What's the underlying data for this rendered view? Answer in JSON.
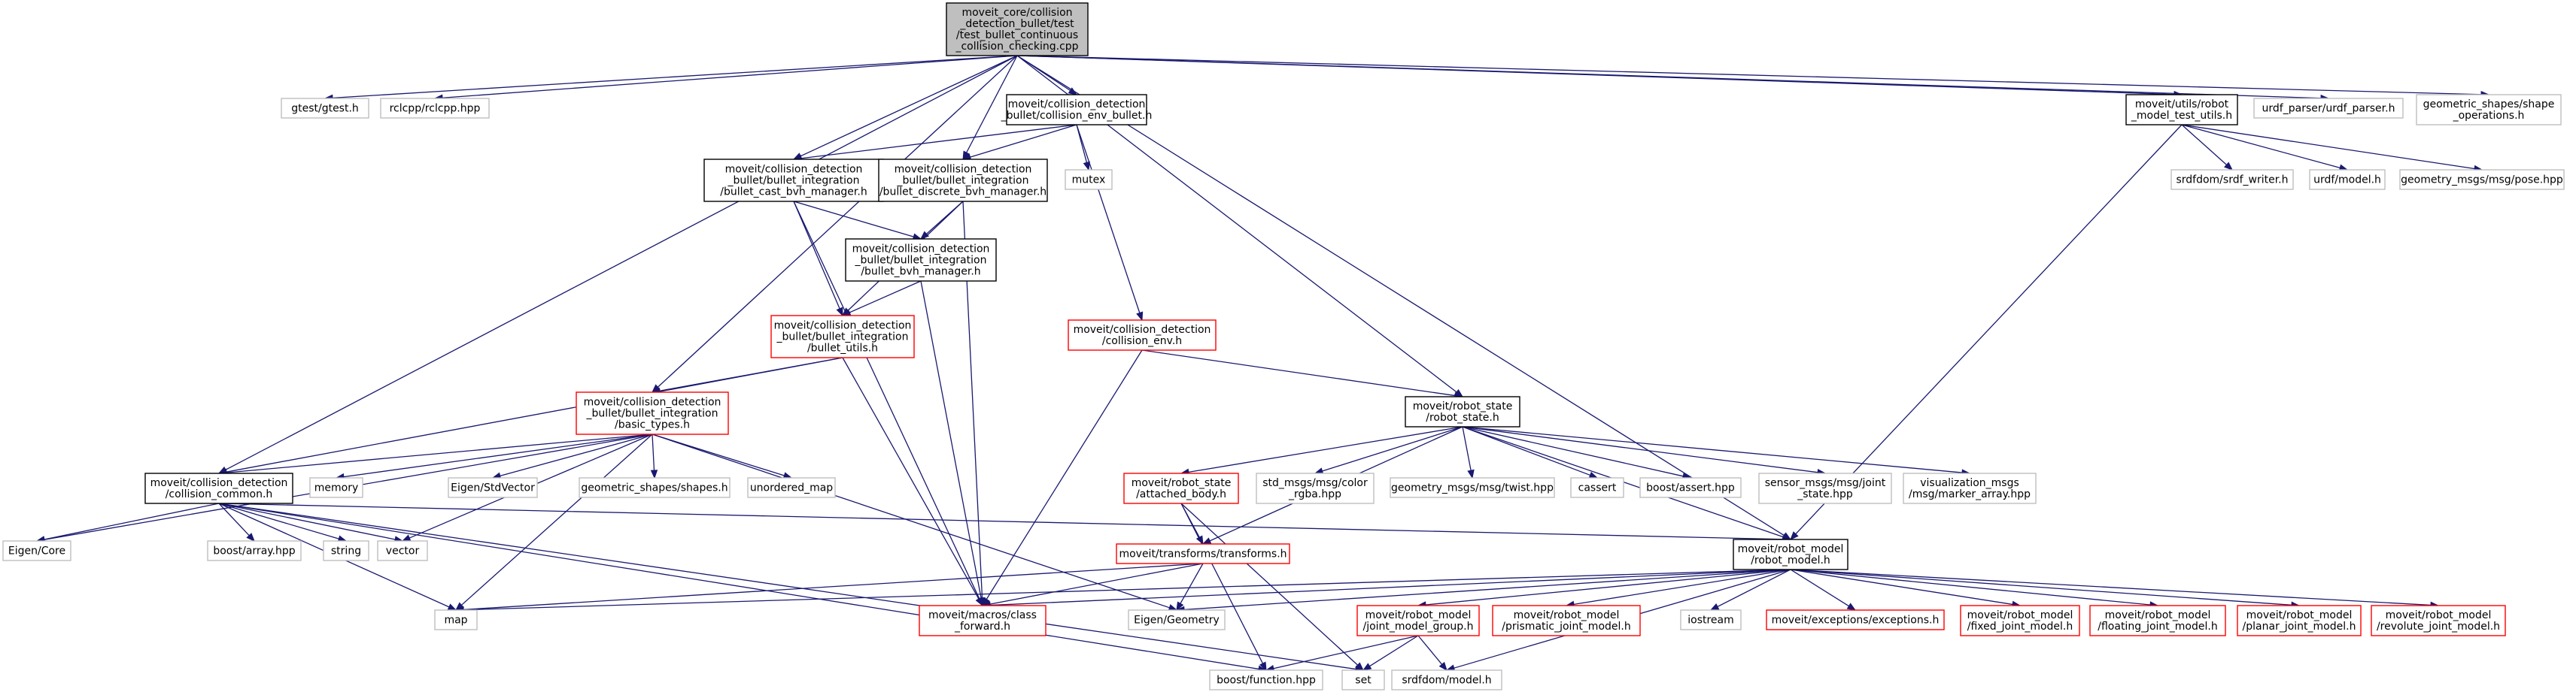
{
  "nodes": [
    {
      "id": "root",
      "style": "root",
      "lines": [
        "moveit_core/collision",
        "_detection_bullet/test",
        "/test_bullet_continuous",
        "_collision_checking.cpp"
      ]
    },
    {
      "id": "gtest",
      "style": "grey",
      "lines": [
        "gtest/gtest.h"
      ]
    },
    {
      "id": "rclcpp",
      "style": "grey",
      "lines": [
        "rclcpp/rclcpp.hpp"
      ]
    },
    {
      "id": "collision_env_bullet",
      "style": "black",
      "lines": [
        "moveit/collision_detection",
        "_bullet/collision_env_bullet.h"
      ]
    },
    {
      "id": "robot_model_test_utils",
      "style": "black",
      "lines": [
        "moveit/utils/robot",
        "_model_test_utils.h"
      ]
    },
    {
      "id": "urdf_parser",
      "style": "grey",
      "lines": [
        "urdf_parser/urdf_parser.h"
      ]
    },
    {
      "id": "shape_operations",
      "style": "grey",
      "lines": [
        "geometric_shapes/shape",
        "_operations.h"
      ]
    },
    {
      "id": "cast_bvh",
      "style": "black",
      "lines": [
        "moveit/collision_detection",
        "_bullet/bullet_integration",
        "/bullet_cast_bvh_manager.h"
      ]
    },
    {
      "id": "discrete_bvh",
      "style": "black",
      "lines": [
        "moveit/collision_detection",
        "_bullet/bullet_integration",
        "/bullet_discrete_bvh_manager.h"
      ]
    },
    {
      "id": "mutex",
      "style": "grey",
      "lines": [
        "mutex"
      ]
    },
    {
      "id": "srdf_writer",
      "style": "grey",
      "lines": [
        "srdfdom/srdf_writer.h"
      ]
    },
    {
      "id": "urdf_model",
      "style": "grey",
      "lines": [
        "urdf/model.h"
      ]
    },
    {
      "id": "pose",
      "style": "grey",
      "lines": [
        "geometry_msgs/msg/pose.hpp"
      ]
    },
    {
      "id": "bvh_manager",
      "style": "black",
      "lines": [
        "moveit/collision_detection",
        "_bullet/bullet_integration",
        "/bullet_bvh_manager.h"
      ]
    },
    {
      "id": "bullet_utils",
      "style": "red",
      "lines": [
        "moveit/collision_detection",
        "_bullet/bullet_integration",
        "/bullet_utils.h"
      ]
    },
    {
      "id": "collision_env",
      "style": "red",
      "lines": [
        "moveit/collision_detection",
        "/collision_env.h"
      ]
    },
    {
      "id": "basic_types",
      "style": "red",
      "lines": [
        "moveit/collision_detection",
        "_bullet/bullet_integration",
        "/basic_types.h"
      ]
    },
    {
      "id": "robot_state",
      "style": "black",
      "lines": [
        "moveit/robot_state",
        "/robot_state.h"
      ]
    },
    {
      "id": "collision_common",
      "style": "black",
      "lines": [
        "moveit/collision_detection",
        "/collision_common.h"
      ]
    },
    {
      "id": "memory",
      "style": "grey",
      "lines": [
        "memory"
      ]
    },
    {
      "id": "eigen_stdvector",
      "style": "grey",
      "lines": [
        "Eigen/StdVector"
      ]
    },
    {
      "id": "shapes",
      "style": "grey",
      "lines": [
        "geometric_shapes/shapes.h"
      ]
    },
    {
      "id": "unordered_map",
      "style": "grey",
      "lines": [
        "unordered_map"
      ]
    },
    {
      "id": "attached_body",
      "style": "red",
      "lines": [
        "moveit/robot_state",
        "/attached_body.h"
      ]
    },
    {
      "id": "color_rgba",
      "style": "grey",
      "lines": [
        "std_msgs/msg/color",
        "_rgba.hpp"
      ]
    },
    {
      "id": "twist",
      "style": "grey",
      "lines": [
        "geometry_msgs/msg/twist.hpp"
      ]
    },
    {
      "id": "cassert",
      "style": "grey",
      "lines": [
        "cassert"
      ]
    },
    {
      "id": "boost_assert",
      "style": "grey",
      "lines": [
        "boost/assert.hpp"
      ]
    },
    {
      "id": "joint_state",
      "style": "grey",
      "lines": [
        "sensor_msgs/msg/joint",
        "_state.hpp"
      ]
    },
    {
      "id": "marker_array",
      "style": "grey",
      "lines": [
        "visualization_msgs",
        "/msg/marker_array.hpp"
      ]
    },
    {
      "id": "eigen_core",
      "style": "grey",
      "lines": [
        "Eigen/Core"
      ]
    },
    {
      "id": "boost_array",
      "style": "grey",
      "lines": [
        "boost/array.hpp"
      ]
    },
    {
      "id": "string",
      "style": "grey",
      "lines": [
        "string"
      ]
    },
    {
      "id": "vector",
      "style": "grey",
      "lines": [
        "vector"
      ]
    },
    {
      "id": "robot_model",
      "style": "black",
      "lines": [
        "moveit/robot_model",
        "/robot_model.h"
      ]
    },
    {
      "id": "transforms",
      "style": "red",
      "lines": [
        "moveit/transforms/transforms.h"
      ]
    },
    {
      "id": "map",
      "style": "grey",
      "lines": [
        "map"
      ]
    },
    {
      "id": "class_forward",
      "style": "red",
      "lines": [
        "moveit/macros/class",
        "_forward.h"
      ]
    },
    {
      "id": "eigen_geometry",
      "style": "grey",
      "lines": [
        "Eigen/Geometry"
      ]
    },
    {
      "id": "joint_model_group",
      "style": "red",
      "lines": [
        "moveit/robot_model",
        "/joint_model_group.h"
      ]
    },
    {
      "id": "prismatic_joint",
      "style": "red",
      "lines": [
        "moveit/robot_model",
        "/prismatic_joint_model.h"
      ]
    },
    {
      "id": "iostream",
      "style": "grey",
      "lines": [
        "iostream"
      ]
    },
    {
      "id": "exceptions",
      "style": "red",
      "lines": [
        "moveit/exceptions/exceptions.h"
      ]
    },
    {
      "id": "fixed_joint",
      "style": "red",
      "lines": [
        "moveit/robot_model",
        "/fixed_joint_model.h"
      ]
    },
    {
      "id": "floating_joint",
      "style": "red",
      "lines": [
        "moveit/robot_model",
        "/floating_joint_model.h"
      ]
    },
    {
      "id": "planar_joint",
      "style": "red",
      "lines": [
        "moveit/robot_model",
        "/planar_joint_model.h"
      ]
    },
    {
      "id": "revolute_joint",
      "style": "red",
      "lines": [
        "moveit/robot_model",
        "/revolute_joint_model.h"
      ]
    },
    {
      "id": "boost_function",
      "style": "grey",
      "lines": [
        "boost/function.hpp"
      ]
    },
    {
      "id": "set",
      "style": "grey",
      "lines": [
        "set"
      ]
    },
    {
      "id": "srdf_model",
      "style": "grey",
      "lines": [
        "srdfdom/model.h"
      ]
    }
  ],
  "edges": [
    [
      "root",
      "gtest"
    ],
    [
      "root",
      "rclcpp"
    ],
    [
      "root",
      "collision_env_bullet"
    ],
    [
      "root",
      "cast_bvh"
    ],
    [
      "root",
      "discrete_bvh"
    ],
    [
      "root",
      "basic_types"
    ],
    [
      "root",
      "collision_common"
    ],
    [
      "root",
      "robot_state"
    ],
    [
      "root",
      "robot_model"
    ],
    [
      "root",
      "robot_model_test_utils"
    ],
    [
      "root",
      "urdf_parser"
    ],
    [
      "root",
      "shape_operations"
    ],
    [
      "collision_env_bullet",
      "cast_bvh"
    ],
    [
      "collision_env_bullet",
      "discrete_bvh"
    ],
    [
      "collision_env_bullet",
      "mutex"
    ],
    [
      "collision_env_bullet",
      "collision_env"
    ],
    [
      "robot_model_test_utils",
      "srdf_writer"
    ],
    [
      "robot_model_test_utils",
      "urdf_model"
    ],
    [
      "robot_model_test_utils",
      "pose"
    ],
    [
      "robot_model_test_utils",
      "robot_model"
    ],
    [
      "cast_bvh",
      "bvh_manager"
    ],
    [
      "cast_bvh",
      "bullet_utils"
    ],
    [
      "cast_bvh",
      "class_forward"
    ],
    [
      "discrete_bvh",
      "bvh_manager"
    ],
    [
      "discrete_bvh",
      "bullet_utils"
    ],
    [
      "discrete_bvh",
      "class_forward"
    ],
    [
      "bvh_manager",
      "bullet_utils"
    ],
    [
      "bvh_manager",
      "class_forward"
    ],
    [
      "bullet_utils",
      "basic_types"
    ],
    [
      "bullet_utils",
      "collision_common"
    ],
    [
      "bullet_utils",
      "class_forward"
    ],
    [
      "collision_env",
      "robot_state"
    ],
    [
      "collision_env",
      "class_forward"
    ],
    [
      "basic_types",
      "collision_common"
    ],
    [
      "basic_types",
      "memory"
    ],
    [
      "basic_types",
      "eigen_stdvector"
    ],
    [
      "basic_types",
      "shapes"
    ],
    [
      "basic_types",
      "unordered_map"
    ],
    [
      "basic_types",
      "vector"
    ],
    [
      "basic_types",
      "map"
    ],
    [
      "basic_types",
      "eigen_core"
    ],
    [
      "basic_types",
      "eigen_geometry"
    ],
    [
      "robot_state",
      "attached_body"
    ],
    [
      "robot_state",
      "transforms"
    ],
    [
      "robot_state",
      "color_rgba"
    ],
    [
      "robot_state",
      "twist"
    ],
    [
      "robot_state",
      "cassert"
    ],
    [
      "robot_state",
      "boost_assert"
    ],
    [
      "robot_state",
      "joint_state"
    ],
    [
      "robot_state",
      "marker_array"
    ],
    [
      "robot_state",
      "robot_model"
    ],
    [
      "collision_common",
      "eigen_core"
    ],
    [
      "collision_common",
      "boost_array"
    ],
    [
      "collision_common",
      "string"
    ],
    [
      "collision_common",
      "vector"
    ],
    [
      "collision_common",
      "map"
    ],
    [
      "collision_common",
      "set"
    ],
    [
      "collision_common",
      "boost_function"
    ],
    [
      "collision_common",
      "robot_model"
    ],
    [
      "attached_body",
      "transforms"
    ],
    [
      "attached_body",
      "set"
    ],
    [
      "attached_body",
      "boost_function"
    ],
    [
      "transforms",
      "map"
    ],
    [
      "transforms",
      "class_forward"
    ],
    [
      "transforms",
      "eigen_geometry"
    ],
    [
      "robot_model",
      "class_forward"
    ],
    [
      "robot_model",
      "eigen_geometry"
    ],
    [
      "robot_model",
      "joint_model_group"
    ],
    [
      "robot_model",
      "prismatic_joint"
    ],
    [
      "robot_model",
      "iostream"
    ],
    [
      "robot_model",
      "exceptions"
    ],
    [
      "robot_model",
      "fixed_joint"
    ],
    [
      "robot_model",
      "floating_joint"
    ],
    [
      "robot_model",
      "planar_joint"
    ],
    [
      "robot_model",
      "revolute_joint"
    ],
    [
      "robot_model",
      "srdf_model"
    ],
    [
      "robot_model",
      "map"
    ],
    [
      "joint_model_group",
      "boost_function"
    ],
    [
      "joint_model_group",
      "set"
    ],
    [
      "joint_model_group",
      "srdf_model"
    ]
  ]
}
